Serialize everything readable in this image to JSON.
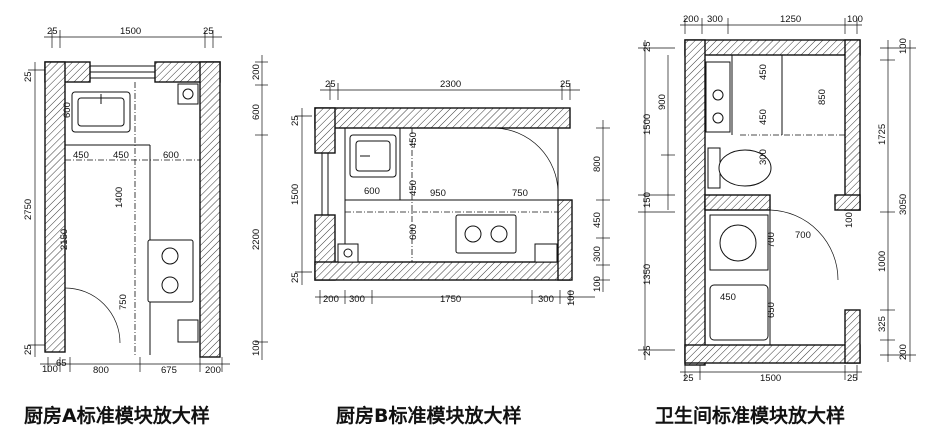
{
  "plans": [
    {
      "id": "kitchen-a",
      "caption": "厨房A标准模块放大样",
      "dims": {
        "top": [
          "25",
          "1500",
          "25"
        ],
        "left": [
          "25",
          "2750",
          "25"
        ],
        "right": [
          "200",
          "600",
          "2200",
          "100"
        ],
        "bottom": [
          "100",
          "65",
          "800",
          "675",
          "200"
        ],
        "inner": [
          "600",
          "450",
          "450",
          "600",
          "1400",
          "2150",
          "750"
        ]
      }
    },
    {
      "id": "kitchen-b",
      "caption": "厨房B标准模块放大样",
      "dims": {
        "top": [
          "25",
          "2300",
          "25"
        ],
        "left": [
          "25",
          "1500",
          "25"
        ],
        "right": [
          "800",
          "450",
          "300",
          "100"
        ],
        "bottom": [
          "200",
          "300",
          "1750",
          "300",
          "100"
        ],
        "inner": [
          "450",
          "450",
          "600",
          "950",
          "750",
          "600"
        ]
      }
    },
    {
      "id": "bathroom",
      "caption": "卫生间标准模块放大样",
      "dims": {
        "top": [
          "200",
          "300",
          "1250",
          "100"
        ],
        "left": [
          "25",
          "900",
          "1500",
          "150",
          "1350",
          "25"
        ],
        "right": [
          "100",
          "1725",
          "3050",
          "1000",
          "325",
          "200"
        ],
        "bottom": [
          "25",
          "1500",
          "25"
        ],
        "inner": [
          "450",
          "450",
          "850",
          "300",
          "700",
          "700",
          "100",
          "450",
          "650"
        ]
      }
    }
  ]
}
